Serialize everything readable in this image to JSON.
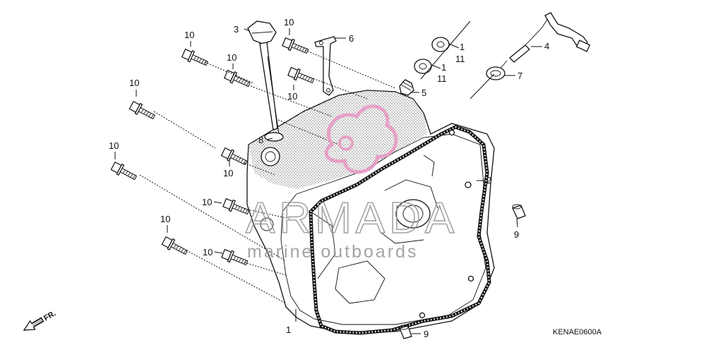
{
  "callouts": [
    {
      "label": "1"
    },
    {
      "label": "2"
    },
    {
      "label": "3"
    },
    {
      "label": "4"
    },
    {
      "label": "5"
    },
    {
      "label": "6"
    },
    {
      "label": "7"
    },
    {
      "label": "8"
    },
    {
      "label": "9"
    },
    {
      "label": "9"
    },
    {
      "label": "10"
    },
    {
      "label": "10"
    },
    {
      "label": "10"
    },
    {
      "label": "10"
    },
    {
      "label": "10"
    },
    {
      "label": "10"
    },
    {
      "label": "10"
    },
    {
      "label": "10"
    },
    {
      "label": "10"
    },
    {
      "label": "10"
    },
    {
      "label": "1"
    },
    {
      "label": "11"
    },
    {
      "label": "1"
    },
    {
      "label": "11"
    }
  ],
  "direction_label": "FR.",
  "diagram_code": "KENAE0600A",
  "watermark": {
    "brand": "ARMADA",
    "tagline": "marine outboards",
    "logo_color": "#e79ac4"
  }
}
